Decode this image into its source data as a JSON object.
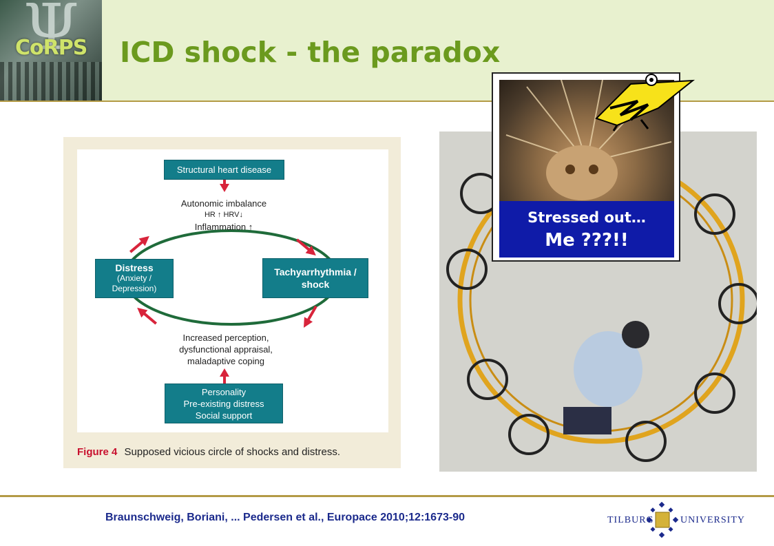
{
  "header": {
    "logo_text": "CoRPS",
    "title": "ICD shock - the paradox"
  },
  "figure": {
    "boxes": {
      "top": "Structural heart disease",
      "left_title": "Distress",
      "left_sub1": "(Anxiety /",
      "left_sub2": "Depression)",
      "right_line1": "Tachyarrhythmia /",
      "right_line2": "shock",
      "bottom_line1": "Personality",
      "bottom_line2": "Pre-existing distress",
      "bottom_line3": "Social support"
    },
    "upper_text": {
      "line1": "Autonomic imbalance",
      "line2": "HR ↑ HRV↓",
      "line3": "Inflammation  ↑"
    },
    "lower_text": {
      "line1": "Increased perception,",
      "line2": "dysfunctional appraisal,",
      "line3": "maladaptive coping"
    },
    "caption_label": "Figure 4",
    "caption_text": "Supposed vicious circle of shocks and distress."
  },
  "cat_panel": {
    "line1": "Stressed out…",
    "line2": "Me ???!!"
  },
  "footer": {
    "citation": "Braunschweig, Boriani, ... Pedersen et al., Europace 2010;12:1673-90",
    "university_left": "TILBURG",
    "university_right": "UNIVERSITY"
  },
  "colors": {
    "title": "#6b9a1e",
    "teal": "#137d8a",
    "arrow_red": "#d8243b",
    "circle_green": "#1f6b3a",
    "caption_blue": "#0f1ba8",
    "citation_blue": "#1b2a8c"
  }
}
